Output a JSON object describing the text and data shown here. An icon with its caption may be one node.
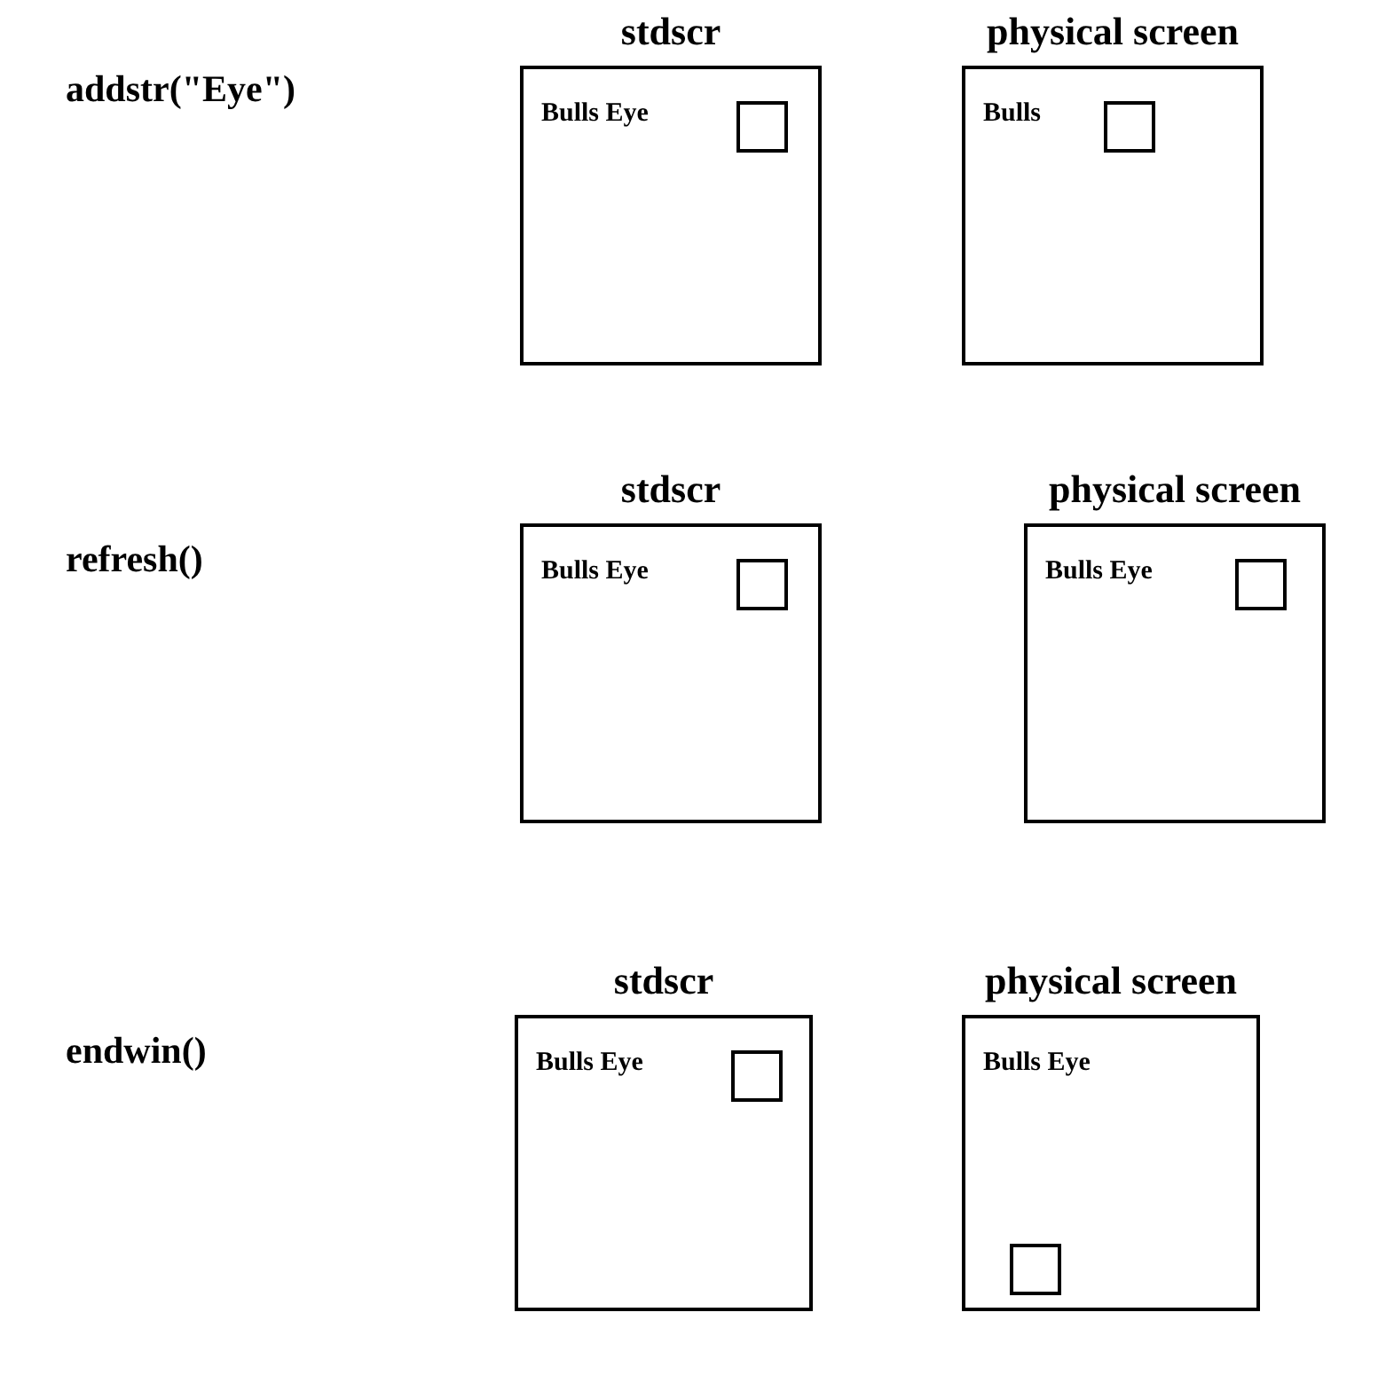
{
  "diagram": {
    "nodes": [
      {
        "text": [
          "stdscr",
          "Bulls Eye"
        ]
      },
      {
        "text": [],
        "shape": "box",
        "in": 0
      },
      {
        "text": [
          "physical screen",
          "Bulls"
        ]
      },
      {
        "text": [],
        "shape": "box",
        "in": 2
      },
      {
        "text": [
          "stdscr",
          "Bulls Eye"
        ]
      },
      {
        "text": [],
        "shape": "box",
        "in": 4
      },
      {
        "text": [
          "physical screen",
          "Bulls Eye"
        ]
      },
      {
        "text": [],
        "shape": "box",
        "in": 6
      },
      {
        "text": [
          "stdscr",
          "Bulls Eye"
        ]
      },
      {
        "text": [],
        "shape": "box",
        "in": 8
      },
      {
        "text": [
          "physical screen",
          "Bulls Eye"
        ]
      },
      {
        "text": [],
        "shape": "box",
        "in": 10
      }
    ],
    "labels": [
      "addstr(\"Eye\")",
      "refresh()",
      "endwin()"
    ]
  }
}
